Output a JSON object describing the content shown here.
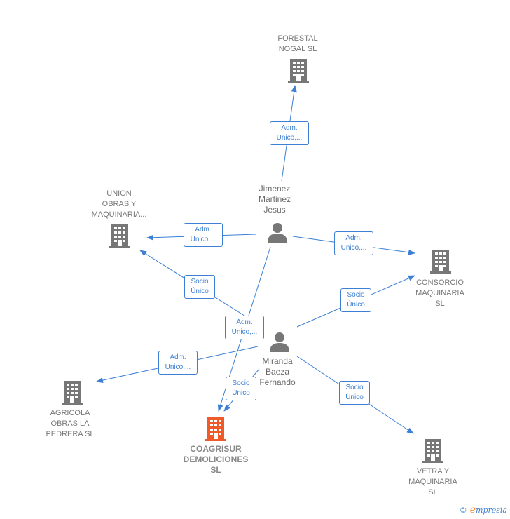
{
  "colors": {
    "edge": "#3c7fd4",
    "building": "#777777",
    "building_main": "#f05a28",
    "person": "#777777"
  },
  "companies": {
    "forestal": {
      "line1": "FORESTAL",
      "line2": "NOGAL  SL",
      "icon": "building-icon"
    },
    "union": {
      "line1": "UNION",
      "line2": "OBRAS Y",
      "line3": "MAQUINARIA...",
      "icon": "building-icon"
    },
    "consorcio": {
      "line1": "CONSORCIO",
      "line2": "MAQUINARIA",
      "line3": "SL",
      "icon": "building-icon"
    },
    "agricola": {
      "line1": "AGRICOLA",
      "line2": "OBRAS LA",
      "line3": "PEDRERA  SL",
      "icon": "building-icon"
    },
    "coagrisur": {
      "line1": "COAGRISUR",
      "line2": "DEMOLICIONES",
      "line3": "SL",
      "icon": "building-icon"
    },
    "vetra": {
      "line1": "VETRA Y",
      "line2": "MAQUINARIA",
      "line3": "SL",
      "icon": "building-icon"
    }
  },
  "persons": {
    "jimenez": {
      "line1": "Jimenez",
      "line2": "Martinez",
      "line3": "Jesus",
      "icon": "person-icon"
    },
    "miranda": {
      "line1": "Miranda",
      "line2": "Baeza",
      "line3": "Fernando",
      "icon": "person-icon"
    }
  },
  "edges": {
    "e1": {
      "line1": "Adm.",
      "line2": "Unico,..."
    },
    "e2": {
      "line1": "Adm.",
      "line2": "Unico,..."
    },
    "e3": {
      "line1": "Adm.",
      "line2": "Unico,..."
    },
    "e4": {
      "line1": "Adm.",
      "line2": "Unico,..."
    },
    "e5": {
      "line1": "Socio",
      "line2": "Único"
    },
    "e6": {
      "line1": "Socio",
      "line2": "Único"
    },
    "e7": {
      "line1": "Adm.",
      "line2": "Unico,..."
    },
    "e8": {
      "line1": "Socio",
      "line2": "Único"
    },
    "e9": {
      "line1": "Socio",
      "line2": "Único"
    }
  },
  "footer": {
    "copyright": "©",
    "brand_initial": "e",
    "brand_rest": "mpresia"
  }
}
